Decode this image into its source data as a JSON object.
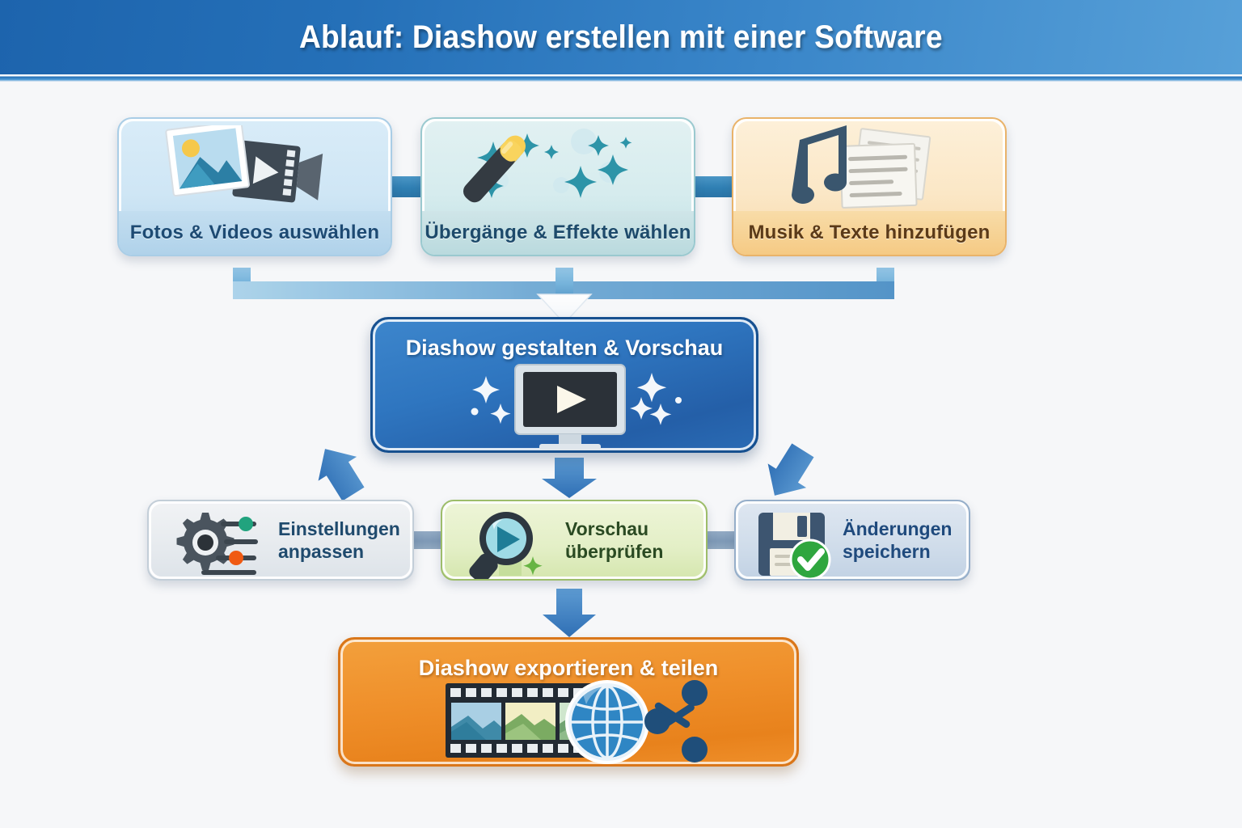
{
  "header": {
    "title": "Ablauf: Diashow erstellen mit einer Software",
    "bg_start": "#1d64ad",
    "bg_end": "#57a0d8",
    "text_color": "#ffffff"
  },
  "background_color": "#f6f7f9",
  "flow": {
    "top_row": [
      {
        "id": "photos",
        "label": "Fotos & Videos auswählen",
        "icons": [
          "photo-icon",
          "video-camera-icon"
        ],
        "bg_color": "#cfe6f5",
        "text_color": "#1d4a73"
      },
      {
        "id": "effects",
        "label": "Übergänge & Effekte wählen",
        "icons": [
          "magic-wand-icon",
          "sparkle-icon"
        ],
        "bg_color": "#d6ecee",
        "text_color": "#1d4a6b"
      },
      {
        "id": "music",
        "label": "Musik & Texte hinzufügen",
        "icons": [
          "music-note-icon",
          "text-documents-icon"
        ],
        "bg_color": "#fbe7c6",
        "text_color": "#5b3a18"
      }
    ],
    "center": {
      "id": "design",
      "label": "Diashow gestalten & Vorschau",
      "icons": [
        "monitor-play-icon",
        "sparkle-icon"
      ],
      "bg_color": "#2f76c0",
      "text_color": "#ffffff"
    },
    "middle_row": [
      {
        "id": "settings",
        "label_line1": "Einstellungen",
        "label_line2": "anpassen",
        "icons": [
          "gear-settings-icon"
        ],
        "bg_color": "#e6eaee",
        "text_color": "#1f4a6d"
      },
      {
        "id": "preview",
        "label_line1": "Vorschau",
        "label_line2": "überprüfen",
        "icons": [
          "magnifier-play-icon"
        ],
        "bg_color": "#e3efc6",
        "text_color": "#2a4a22"
      },
      {
        "id": "save",
        "label_line1": "Änderungen",
        "label_line2": "speichern",
        "icons": [
          "floppy-disk-icon",
          "check-circle-icon"
        ],
        "bg_color": "#cfdcea",
        "text_color": "#1f4a7d"
      }
    ],
    "bottom": {
      "id": "export",
      "label": "Diashow exportieren & teilen",
      "icons": [
        "film-strip-icon",
        "globe-icon",
        "share-icon"
      ],
      "bg_color": "#ef8f2a",
      "text_color": "#ffffff"
    },
    "connector_color_top": "#2f7fb3",
    "connector_color_mid": "#7e99b6",
    "arrow_color": "#3d7fc0"
  }
}
